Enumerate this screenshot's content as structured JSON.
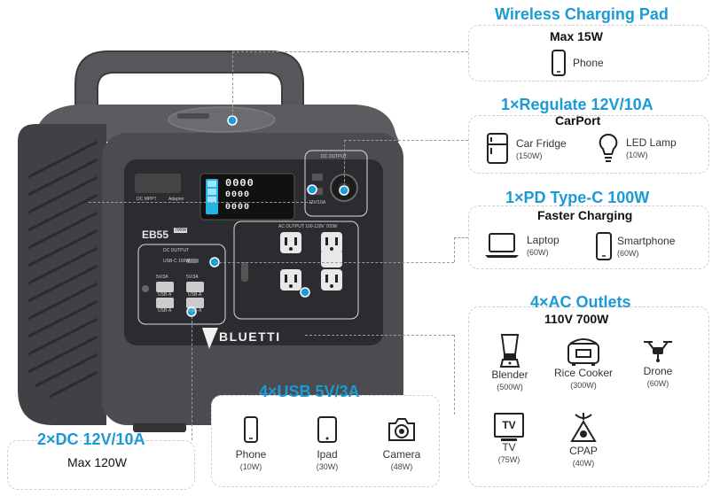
{
  "product": {
    "brand": "BLUETTI",
    "model": "EB55",
    "model_badge": "700W",
    "panel_labels": {
      "dc_mppt": "DC MPPT",
      "adapter": "Adapter",
      "dc_output_left": "DC OUTPUT",
      "usbc": "USB-C 100W",
      "usb_5v3a_1": "5V/3A",
      "usb_5v3a_2": "5V/3A",
      "usb_a1": "USB-A",
      "usb_a2": "USB-A",
      "usb_a3": "USB-A",
      "usb_a4": "USB-A",
      "ac_output": "AC OUTPUT 100-120V 700W",
      "dc_output_right": "DC OUTPUT",
      "dc_12v": "12V/10A"
    },
    "lcd": {
      "row1": "0000",
      "row2": "0000",
      "row3": "0000"
    }
  },
  "callouts": {
    "wireless": {
      "title": "Wireless Charging Pad",
      "subtitle": "Max 15W",
      "devices": [
        {
          "icon": "phone-icon",
          "name": "Phone"
        }
      ]
    },
    "carport": {
      "title": "1×Regulate 12V/10A",
      "subtitle": "CarPort",
      "devices": [
        {
          "icon": "car-fridge-icon",
          "name": "Car Fridge",
          "watt": "(150W)"
        },
        {
          "icon": "led-lamp-icon",
          "name": "LED Lamp",
          "watt": "(10W)"
        }
      ]
    },
    "typec": {
      "title": "1×PD Type-C 100W",
      "subtitle": "Faster Charging",
      "devices": [
        {
          "icon": "laptop-icon",
          "name": "Laptop",
          "watt": "(60W)"
        },
        {
          "icon": "smartphone-icon",
          "name": "Smartphone",
          "watt": "(60W)"
        }
      ]
    },
    "ac": {
      "title": "4×AC Outlets",
      "subtitle": "110V 700W",
      "devices": [
        {
          "icon": "blender-icon",
          "name": "Blender",
          "watt": "(500W)"
        },
        {
          "icon": "rice-cooker-icon",
          "name": "Rice Cooker",
          "watt": "(300W)"
        },
        {
          "icon": "drone-icon",
          "name": "Drone",
          "watt": "(60W)"
        },
        {
          "icon": "tv-icon",
          "name": "TV",
          "watt": "(75W)",
          "glyph": "TV"
        },
        {
          "icon": "cpap-icon",
          "name": "CPAP",
          "watt": "(40W)"
        }
      ]
    },
    "usb": {
      "title": "4×USB 5V/3A",
      "devices": [
        {
          "icon": "phone-icon",
          "name": "Phone",
          "watt": "(10W)"
        },
        {
          "icon": "ipad-icon",
          "name": "Ipad",
          "watt": "(30W)"
        },
        {
          "icon": "camera-icon",
          "name": "Camera",
          "watt": "(48W)"
        }
      ]
    },
    "dc": {
      "title": "2×DC 12V/10A",
      "subtitle": "Max 120W"
    }
  },
  "colors": {
    "accent": "#1a9ad6",
    "body": "#4a4c50",
    "dark": "#2b2c2f",
    "dot": "#1a9ad6"
  }
}
